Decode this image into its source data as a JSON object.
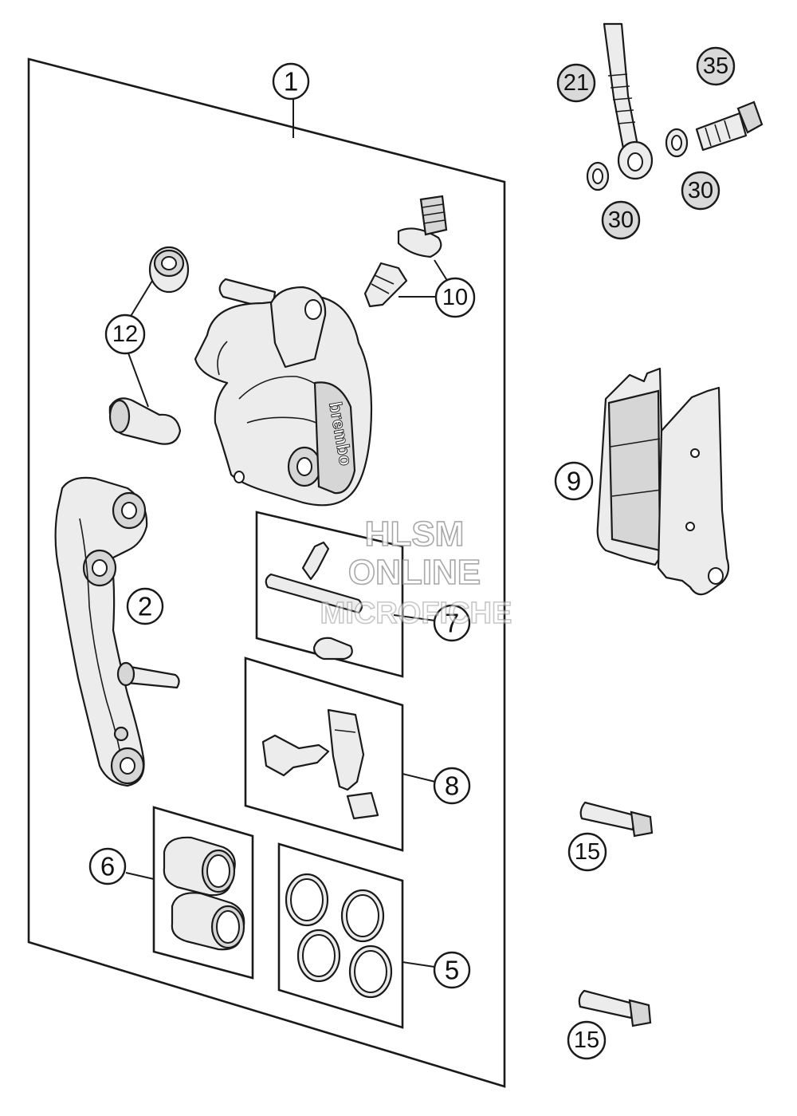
{
  "callouts": {
    "c1": "1",
    "c2": "2",
    "c5": "5",
    "c6": "6",
    "c7": "7",
    "c8": "8",
    "c9": "9",
    "c10": "10",
    "c12": "12",
    "c15a": "15",
    "c15b": "15",
    "c21": "21",
    "c30a": "30",
    "c30b": "30",
    "c35": "35"
  },
  "watermark": {
    "line1": "HLSM",
    "line2": "ONLINE",
    "line3": "MICROFICHE"
  }
}
